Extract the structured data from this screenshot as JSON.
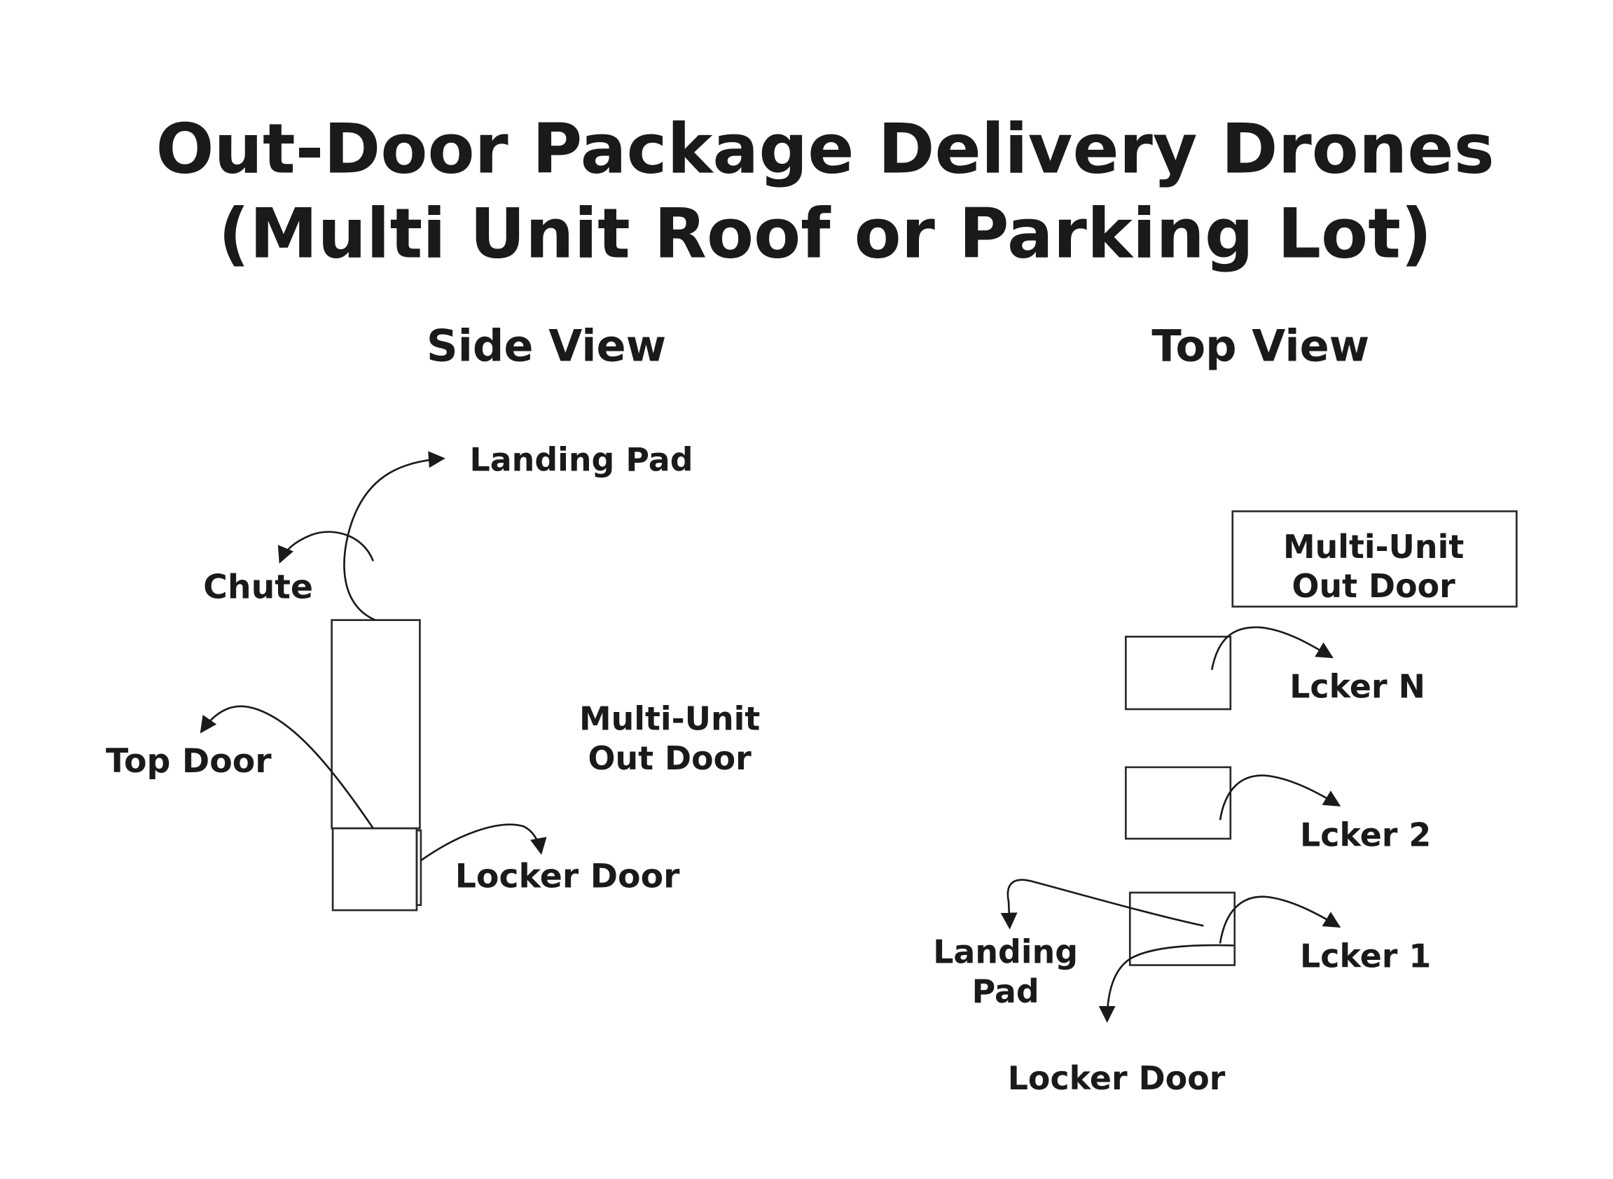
{
  "title": {
    "line1": "Out-Door Package Delivery Drones",
    "line2": "(Multi Unit Roof or Parking Lot)"
  },
  "side_view": {
    "heading": "Side View",
    "labels": {
      "landing_pad": "Landing Pad",
      "chute": "Chute",
      "top_door": "Top Door",
      "locker_door": "Locker Door",
      "unit_line1": "Multi-Unit",
      "unit_line2": "Out Door"
    }
  },
  "top_view": {
    "heading": "Top View",
    "unit_box": {
      "line1": "Multi-Unit",
      "line2": "Out Door"
    },
    "lockers": [
      {
        "label": "Lcker N"
      },
      {
        "label": "Lcker 2"
      },
      {
        "label": "Lcker 1"
      }
    ],
    "labels": {
      "landing_pad_line1": "Landing",
      "landing_pad_line2": "Pad",
      "locker_door": "Locker Door"
    }
  }
}
